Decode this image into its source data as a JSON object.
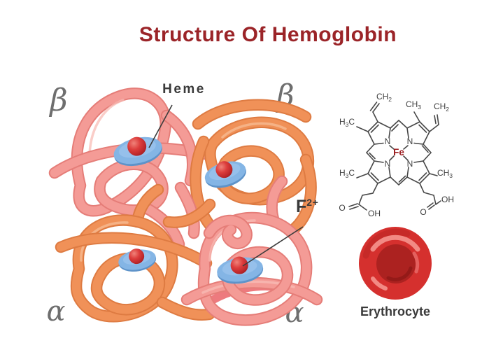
{
  "title": "Structure Of Hemoglobin",
  "protein": {
    "heme_label": "Heme",
    "iron_label": "F",
    "iron_superscript": "2+",
    "beta_symbol": "β",
    "alpha_symbol": "α"
  },
  "heme_structure": {
    "fe_label": "Fe",
    "n_label": "N",
    "ch2_label": {
      "main": "CH",
      "sub": "2"
    },
    "ch3_label": {
      "main": "CH",
      "sub": "3"
    },
    "h3c_label": {
      "h": "H",
      "sub": "3",
      "c": "C"
    },
    "o_label": "O",
    "oh_label": "OH"
  },
  "erythrocyte": {
    "label": "Erythrocyte"
  },
  "colors": {
    "title_color": "#9B2428",
    "label_dark": "#3A3A3A",
    "line_dark": "#3C3C3C",
    "greek_gray": "#6E6E6E",
    "pink_main": "#F49B96",
    "pink_edge": "#E57D78",
    "pink_light": "#F8BCB6",
    "pink_accent": "#ED7A7E",
    "orange_main": "#F09158",
    "orange_edge": "#DE7B42",
    "orange_light": "#F7BD96",
    "heme_blue": "#84B5E5",
    "heme_blue_dark": "#5E93C9",
    "heme_blue_light": "#9CC4EC",
    "sphere_red": "#D8383A",
    "under_red": "#CE3A36",
    "bond_color": "#474747",
    "fe_color": "#9B1B1E",
    "cell_red": "#D5302E",
    "cell_dark": "#C42A28",
    "crater_red": "#AC2220",
    "crater_dark": "#8F1917",
    "cell_light": "#F28A84",
    "crater_light": "#E4605E"
  }
}
